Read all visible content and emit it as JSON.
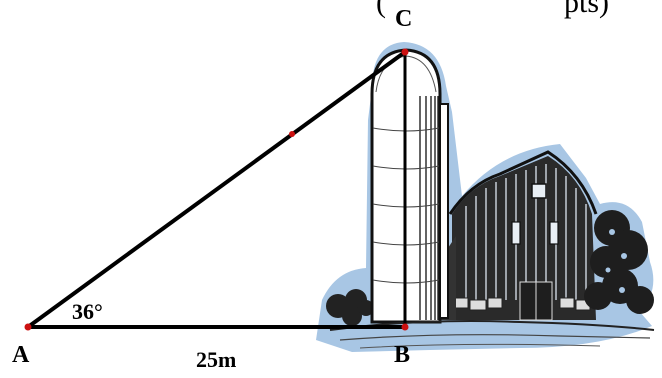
{
  "header_fragment": "(",
  "header_fragment_right": "pts)",
  "points": {
    "a": "A",
    "b": "B",
    "c": "C"
  },
  "angle_label": "36°",
  "base_label": "25m",
  "colors": {
    "line": "#000000",
    "point": "#cc1111",
    "halo": "#a8c6e4",
    "ink": "#1a1a1a"
  },
  "illustration": {
    "subject": "barn-with-silo"
  }
}
